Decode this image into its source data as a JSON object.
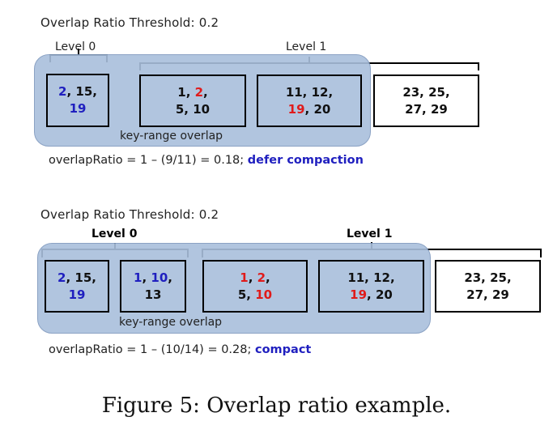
{
  "colors": {
    "red": "#e01b1b",
    "blue": "#1f1fbf",
    "black": "#111111",
    "overlap_fill": "#a9bfdc"
  },
  "diagrams": [
    {
      "threshold_label": "Overlap Ratio Threshold: 0.2",
      "level0_label": "Level 0",
      "level1_label": "Level 1",
      "overlap_label": "key-range overlap",
      "formula": "overlapRatio = 1 – (9/11) = 0.18; ",
      "action": "defer compaction",
      "level0_tables": [
        {
          "lines": [
            [
              {
                "t": "2",
                "c": "blue"
              },
              {
                "t": ", ",
                "c": "black"
              },
              {
                "t": "15",
                "c": "black"
              },
              {
                "t": ",",
                "c": "black"
              }
            ],
            [
              {
                "t": "19",
                "c": "blue"
              }
            ]
          ]
        }
      ],
      "level1_tables": [
        {
          "lines": [
            [
              {
                "t": "1",
                "c": "black"
              },
              {
                "t": ", ",
                "c": "black"
              },
              {
                "t": "2",
                "c": "red"
              },
              {
                "t": ",",
                "c": "black"
              }
            ],
            [
              {
                "t": "5, 10",
                "c": "black"
              }
            ]
          ]
        },
        {
          "lines": [
            [
              {
                "t": "11, 12,",
                "c": "black"
              }
            ],
            [
              {
                "t": "19",
                "c": "red"
              },
              {
                "t": ", 20",
                "c": "black"
              }
            ]
          ]
        },
        {
          "lines": [
            [
              {
                "t": "23, 25,",
                "c": "black"
              }
            ],
            [
              {
                "t": "27, 29",
                "c": "black"
              }
            ]
          ]
        }
      ]
    },
    {
      "threshold_label": "Overlap Ratio Threshold: 0.2",
      "level0_label": "Level 0",
      "level1_label": "Level 1",
      "overlap_label": "key-range overlap",
      "formula": "overlapRatio = 1 – (10/14) = 0.28; ",
      "action": "compact",
      "level0_tables": [
        {
          "lines": [
            [
              {
                "t": "2",
                "c": "blue"
              },
              {
                "t": ", 15,",
                "c": "black"
              }
            ],
            [
              {
                "t": "19",
                "c": "blue"
              }
            ]
          ]
        },
        {
          "lines": [
            [
              {
                "t": "1",
                "c": "blue"
              },
              {
                "t": ", ",
                "c": "black"
              },
              {
                "t": "10",
                "c": "blue"
              },
              {
                "t": ",",
                "c": "black"
              }
            ],
            [
              {
                "t": "13",
                "c": "black"
              }
            ]
          ]
        }
      ],
      "level1_tables": [
        {
          "lines": [
            [
              {
                "t": "1",
                "c": "red"
              },
              {
                "t": ", ",
                "c": "black"
              },
              {
                "t": "2",
                "c": "red"
              },
              {
                "t": ",",
                "c": "black"
              }
            ],
            [
              {
                "t": "5, ",
                "c": "black"
              },
              {
                "t": "10",
                "c": "red"
              }
            ]
          ]
        },
        {
          "lines": [
            [
              {
                "t": "11, 12,",
                "c": "black"
              }
            ],
            [
              {
                "t": "19",
                "c": "red"
              },
              {
                "t": ", 20",
                "c": "black"
              }
            ]
          ]
        },
        {
          "lines": [
            [
              {
                "t": "23, 25,",
                "c": "black"
              }
            ],
            [
              {
                "t": "27, 29",
                "c": "black"
              }
            ]
          ]
        }
      ]
    }
  ],
  "caption": "Figure 5: Overlap ratio example."
}
